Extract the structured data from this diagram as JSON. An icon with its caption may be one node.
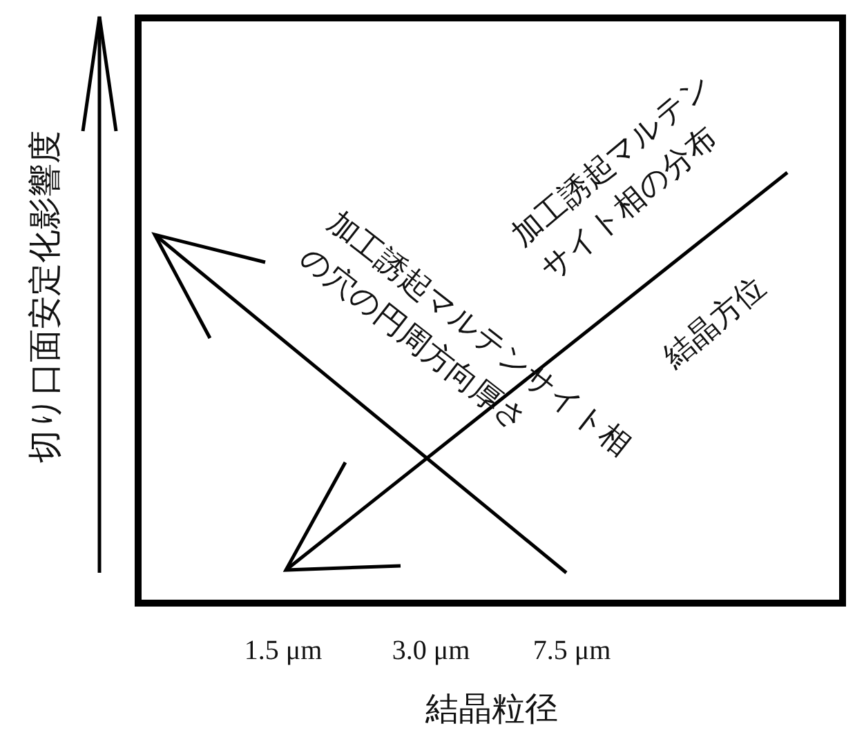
{
  "diagram": {
    "labels": [
      "切り口面安定化影響度",
      "加工誘起マルテンサイト相の分布",
      "加工誘起マルテンサイト相の穴の円周方向厚さ",
      "結晶方位",
      "1.5 μm",
      "3.0 μm",
      "7.5 μm",
      "結晶粒径"
    ]
  }
}
